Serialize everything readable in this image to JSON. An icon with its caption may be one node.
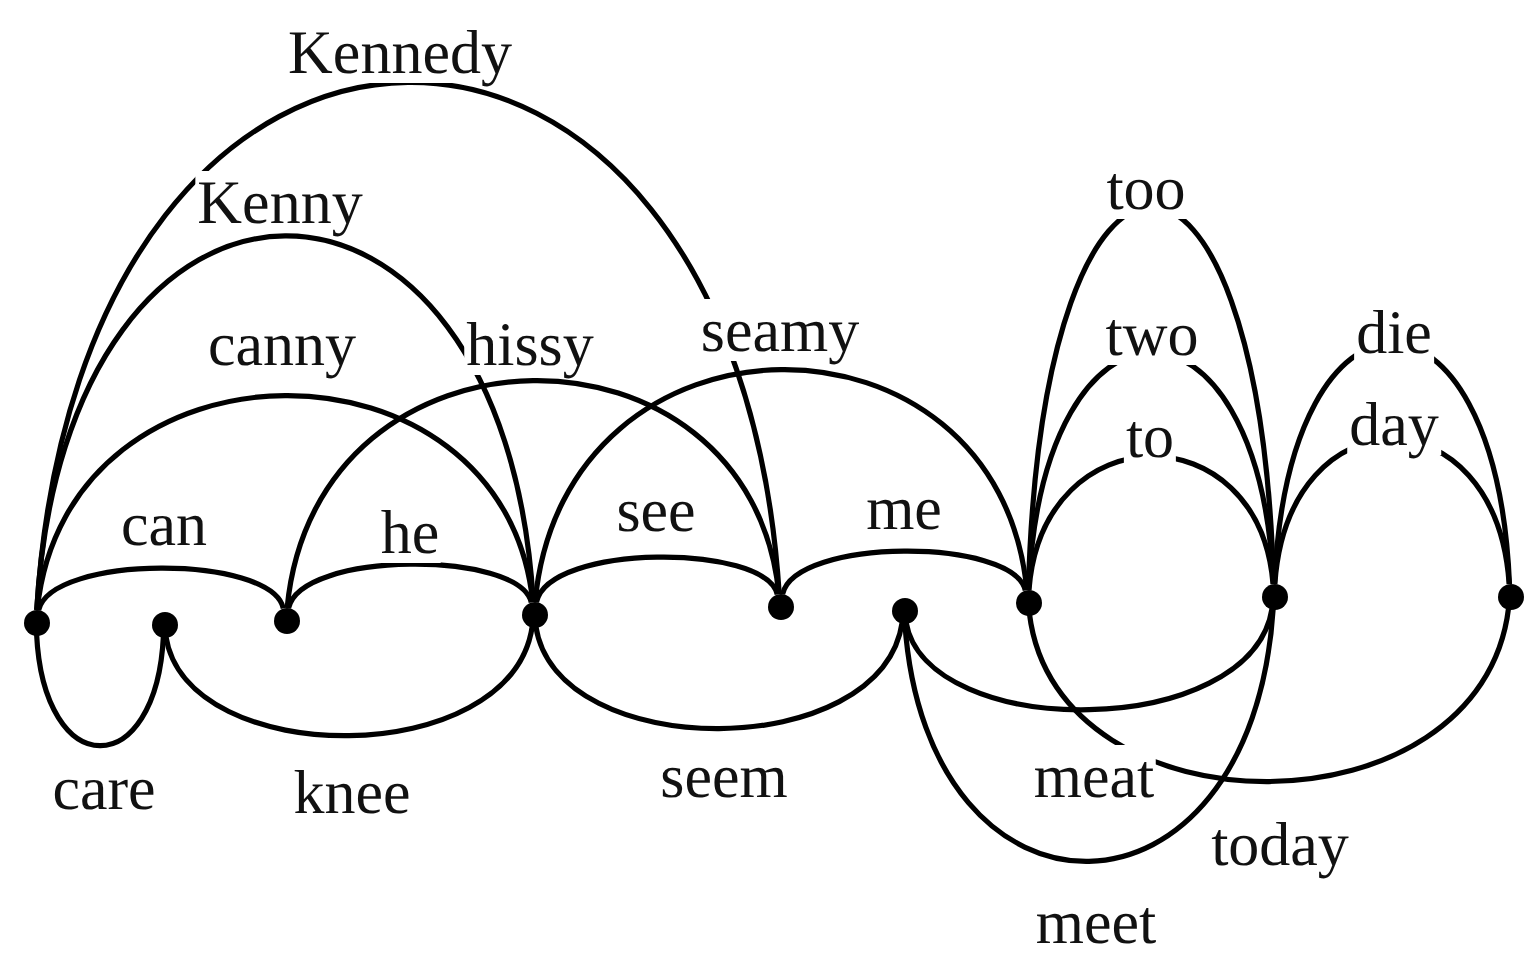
{
  "diagram": {
    "nodes": [
      {
        "text": [],
        "shape": "circle"
      },
      {
        "text": [],
        "shape": "circle"
      },
      {
        "text": [],
        "shape": "circle"
      },
      {
        "text": [],
        "shape": "circle"
      },
      {
        "text": [],
        "shape": "circle"
      },
      {
        "text": [],
        "shape": "circle"
      },
      {
        "text": [],
        "shape": "circle"
      },
      {
        "text": [],
        "shape": "circle"
      },
      {
        "text": [],
        "shape": "circle"
      }
    ],
    "edges": [
      {
        "from": 0,
        "to": 4,
        "label": "Kennedy",
        "arrow": "none"
      },
      {
        "from": 0,
        "to": 3,
        "label": "Kenny",
        "arrow": "none"
      },
      {
        "from": 0,
        "to": 3,
        "label": "canny",
        "arrow": "none"
      },
      {
        "from": 2,
        "to": 4,
        "label": "hissy",
        "arrow": "none"
      },
      {
        "from": 3,
        "to": 6,
        "label": "seamy",
        "arrow": "none"
      },
      {
        "from": 0,
        "to": 2,
        "label": "can",
        "arrow": "none"
      },
      {
        "from": 2,
        "to": 3,
        "label": "he",
        "arrow": "none"
      },
      {
        "from": 3,
        "to": 4,
        "label": "see",
        "arrow": "none"
      },
      {
        "from": 4,
        "to": 6,
        "label": "me",
        "arrow": "none"
      },
      {
        "from": 6,
        "to": 7,
        "label": "too",
        "arrow": "none"
      },
      {
        "from": 6,
        "to": 7,
        "label": "two",
        "arrow": "none"
      },
      {
        "from": 6,
        "to": 7,
        "label": "to",
        "arrow": "none"
      },
      {
        "from": 7,
        "to": 8,
        "label": "die",
        "arrow": "none"
      },
      {
        "from": 7,
        "to": 8,
        "label": "day",
        "arrow": "none"
      },
      {
        "from": 0,
        "to": 1,
        "label": "care",
        "arrow": "none"
      },
      {
        "from": 1,
        "to": 3,
        "label": "knee",
        "arrow": "none"
      },
      {
        "from": 3,
        "to": 5,
        "label": "seem",
        "arrow": "none"
      },
      {
        "from": 5,
        "to": 7,
        "label": "meat",
        "arrow": "none"
      },
      {
        "from": 6,
        "to": 8,
        "label": "today",
        "arrow": "none"
      },
      {
        "from": 5,
        "to": 7,
        "label": "meet",
        "arrow": "none"
      }
    ]
  }
}
